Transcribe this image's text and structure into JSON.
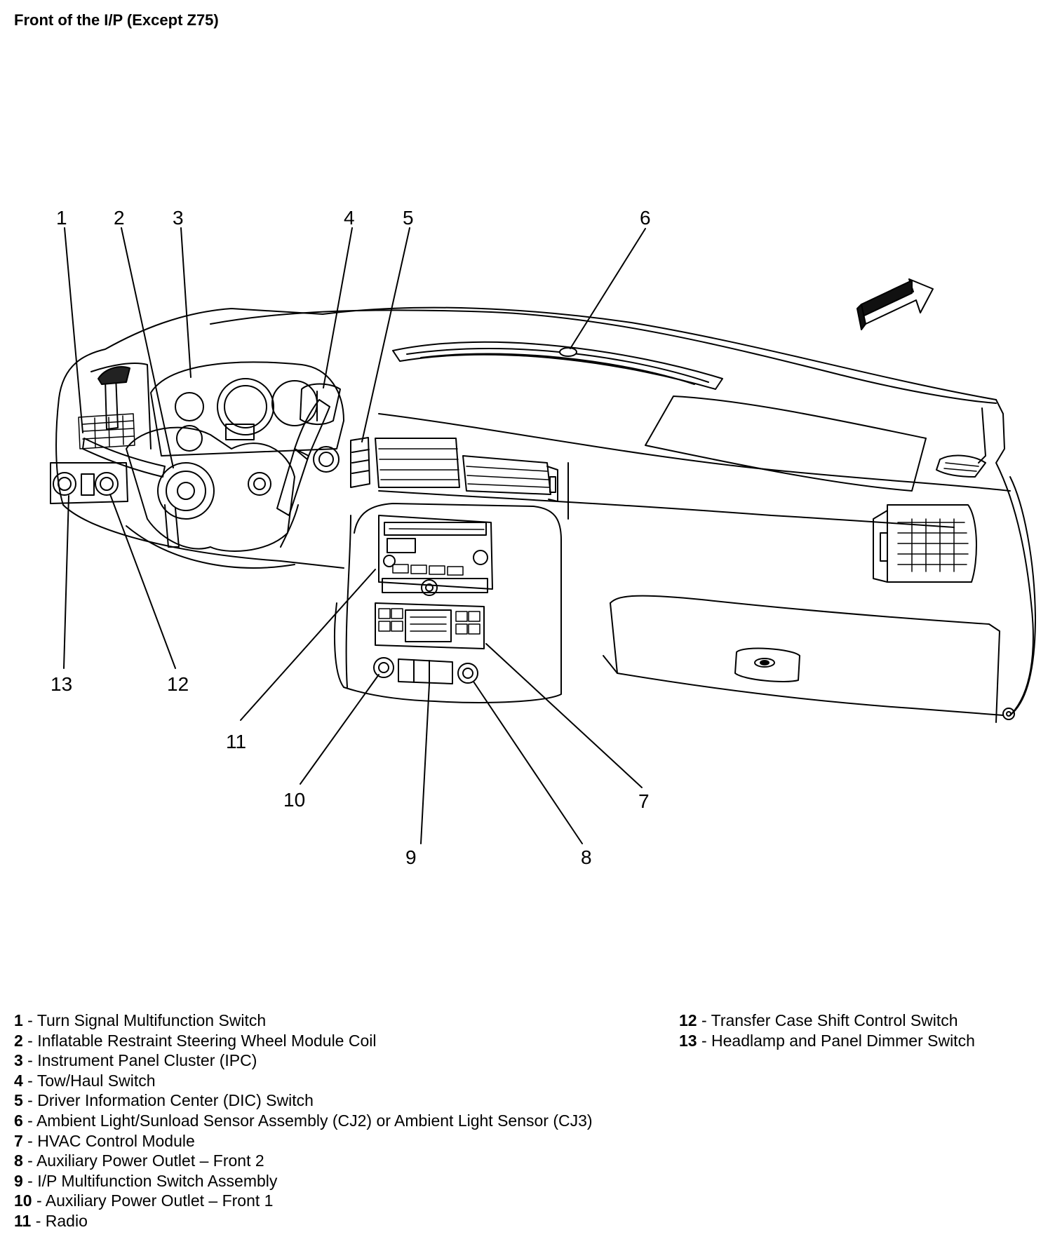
{
  "title": "Front of the I/P (Except Z75)",
  "callouts": [
    "1",
    "2",
    "3",
    "4",
    "5",
    "6",
    "7",
    "8",
    "9",
    "10",
    "11",
    "12",
    "13"
  ],
  "legend_left": [
    {
      "num": "1",
      "label": " - Turn Signal Multifunction Switch"
    },
    {
      "num": "2",
      "label": " - Inflatable Restraint Steering Wheel Module Coil"
    },
    {
      "num": "3",
      "label": " - Instrument Panel Cluster (IPC)"
    },
    {
      "num": "4",
      "label": " - Tow/Haul Switch"
    },
    {
      "num": "5",
      "label": " - Driver Information Center (DIC) Switch"
    },
    {
      "num": "6",
      "label": " - Ambient Light/Sunload Sensor Assembly (CJ2) or Ambient Light Sensor (CJ3)"
    },
    {
      "num": "7",
      "label": " - HVAC Control Module"
    },
    {
      "num": "8",
      "label": " - Auxiliary Power Outlet – Front 2"
    },
    {
      "num": "9",
      "label": " - I/P Multifunction Switch Assembly"
    },
    {
      "num": "10",
      "label": " - Auxiliary Power Outlet – Front 1"
    },
    {
      "num": "11",
      "label": " - Radio"
    }
  ],
  "legend_right": [
    {
      "num": "12",
      "label": " - Transfer Case Shift Control Switch"
    },
    {
      "num": "13",
      "label": " - Headlamp and Panel Dimmer Switch"
    }
  ]
}
